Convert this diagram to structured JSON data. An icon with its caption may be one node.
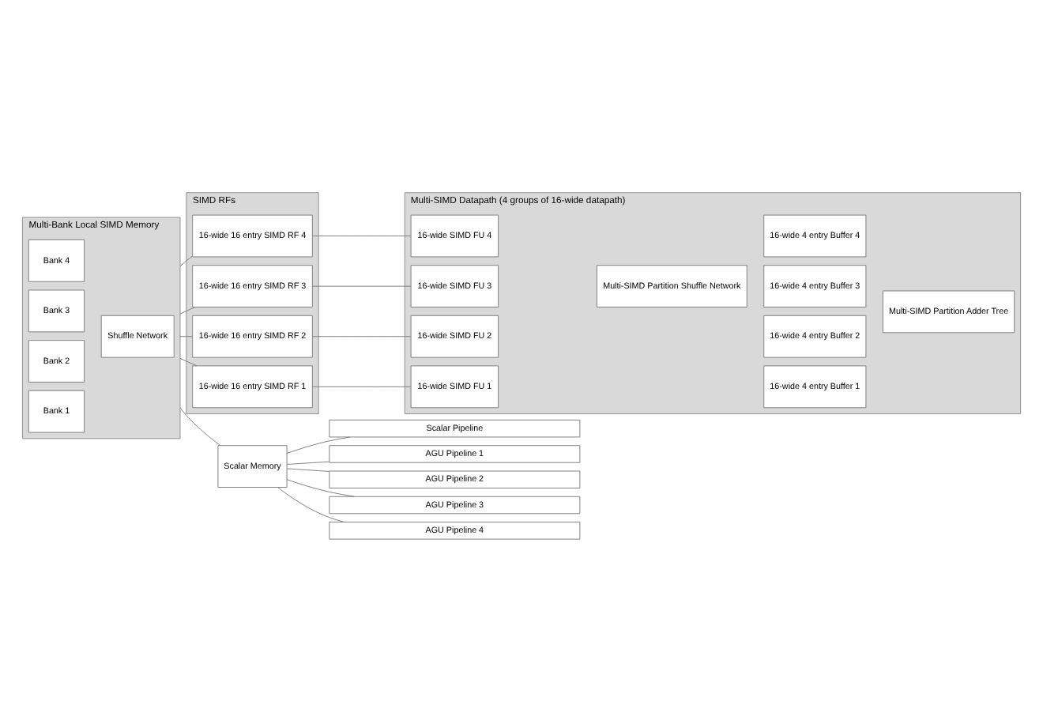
{
  "diagram": {
    "nodes": [
      {
        "text": [
          "Multi-Bank Local SIMD Memory"
        ]
      },
      {
        "text": [
          "Bank 1"
        ],
        "in": 0
      },
      {
        "text": [
          "Bank 2"
        ],
        "in": 0
      },
      {
        "text": [
          "Bank 3"
        ],
        "in": 0
      },
      {
        "text": [
          "Bank 4"
        ],
        "in": 0
      },
      {
        "text": [
          "Shuffle Network"
        ],
        "in": 0
      },
      {
        "text": [
          "SIMD RFs"
        ]
      },
      {
        "text": [
          "16-wide 16 entry SIMD RF 1"
        ],
        "in": 6
      },
      {
        "text": [
          "16-wide 16 entry SIMD RF 2"
        ],
        "in": 6
      },
      {
        "text": [
          "16-wide 16 entry SIMD RF 3"
        ],
        "in": 6
      },
      {
        "text": [
          "16-wide 16 entry SIMD RF 4"
        ],
        "in": 6
      },
      {
        "text": [
          "Multi-SIMD Datapath (4 groups of 16-wide datapath)"
        ]
      },
      {
        "text": [
          "16-wide SIMD FU 1"
        ],
        "in": 11
      },
      {
        "text": [
          "16-wide SIMD FU 2"
        ],
        "in": 11
      },
      {
        "text": [
          "16-wide SIMD FU 3"
        ],
        "in": 11
      },
      {
        "text": [
          "16-wide SIMD FU 4"
        ],
        "in": 11
      },
      {
        "text": [
          "Multi-SIMD Partition Shuffle Network"
        ],
        "in": 11
      },
      {
        "text": [
          "16-wide 4 entry Buffer 1"
        ],
        "in": 11
      },
      {
        "text": [
          "16-wide 4 entry Buffer 2"
        ],
        "in": 11
      },
      {
        "text": [
          "16-wide 4 entry Buffer 3"
        ],
        "in": 11
      },
      {
        "text": [
          "16-wide 4 entry Buffer 4"
        ],
        "in": 11
      },
      {
        "text": [
          "Multi-SIMD Partition Adder Tree"
        ],
        "in": 11
      },
      {
        "text": [
          "Scalar Memory"
        ]
      },
      {
        "text": [
          "Scalar Pipeline"
        ]
      },
      {
        "text": [
          "AGU Pipeline 1"
        ]
      },
      {
        "text": [
          "AGU Pipeline 2"
        ]
      },
      {
        "text": [
          "AGU Pipeline 3"
        ]
      },
      {
        "text": [
          "AGU Pipeline 4"
        ]
      }
    ],
    "edges": [
      {
        "from": 0,
        "to": 7,
        "arrow": "none"
      },
      {
        "from": 0,
        "to": 8,
        "arrow": "none"
      },
      {
        "from": 0,
        "to": 9,
        "arrow": "none"
      },
      {
        "from": 0,
        "to": 10,
        "arrow": "none"
      },
      {
        "from": 7,
        "to": 12,
        "arrow": "none"
      },
      {
        "from": 8,
        "to": 13,
        "arrow": "none"
      },
      {
        "from": 9,
        "to": 14,
        "arrow": "none"
      },
      {
        "from": 10,
        "to": 15,
        "arrow": "none"
      },
      {
        "from": 0,
        "to": 22,
        "arrow": "none"
      },
      {
        "from": 22,
        "to": 23,
        "arrow": "none"
      },
      {
        "from": 22,
        "to": 24,
        "arrow": "none"
      },
      {
        "from": 22,
        "to": 25,
        "arrow": "none"
      },
      {
        "from": 22,
        "to": 26,
        "arrow": "none"
      },
      {
        "from": 22,
        "to": 27,
        "arrow": "none"
      }
    ]
  }
}
